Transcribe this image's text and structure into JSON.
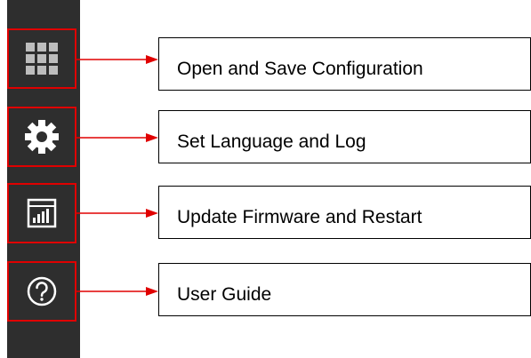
{
  "sidebar": {
    "items": [
      {
        "icon": "grid-icon",
        "label": "Open and Save Configuration"
      },
      {
        "icon": "gear-icon",
        "label": "Set Language and Log"
      },
      {
        "icon": "firmware-chart-icon",
        "label": "Update Firmware and Restart"
      },
      {
        "icon": "help-icon",
        "label": "User Guide"
      }
    ]
  },
  "colors": {
    "sidebar_bg": "#2e2e2e",
    "highlight": "#e00000",
    "icon": "#cfcfcf"
  }
}
